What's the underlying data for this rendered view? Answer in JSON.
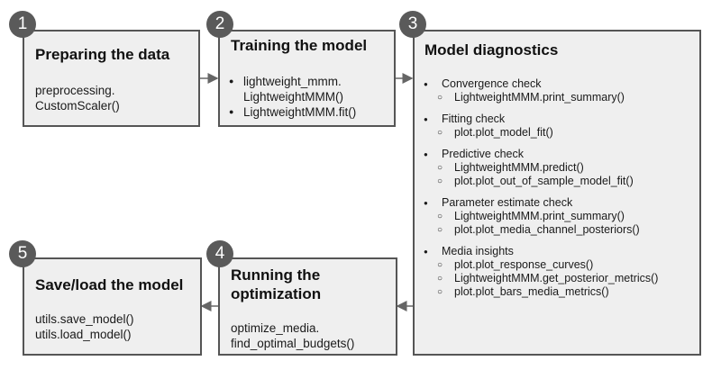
{
  "steps": [
    {
      "number": "1",
      "title": "Preparing the data",
      "lines": [
        "preprocessing.",
        "CustomScaler()"
      ]
    },
    {
      "number": "2",
      "title": "Training the model",
      "bullets": [
        "lightweight_mmm.",
        "LightweightMMM()",
        "LightweightMMM.fit()"
      ]
    },
    {
      "number": "3",
      "title": "Model diagnostics",
      "groups": [
        {
          "title": "Convergence check",
          "items": [
            "LightweightMMM.print_summary()"
          ]
        },
        {
          "title": "Fitting check",
          "items": [
            "plot.plot_model_fit()"
          ]
        },
        {
          "title": "Predictive check",
          "items": [
            "LightweightMMM.predict()",
            "plot.plot_out_of_sample_model_fit()"
          ]
        },
        {
          "title": "Parameter estimate check",
          "items": [
            "LightweightMMM.print_summary()",
            "plot.plot_media_channel_posteriors()"
          ]
        },
        {
          "title": "Media insights",
          "items": [
            "plot.plot_response_curves()",
            "LightweightMMM.get_posterior_metrics()",
            "plot.plot_bars_media_metrics()"
          ]
        }
      ]
    },
    {
      "number": "4",
      "title_line1": "Running the",
      "title_line2": "optimization",
      "lines": [
        "optimize_media.",
        "find_optimal_budgets()"
      ]
    },
    {
      "number": "5",
      "title": "Save/load the model",
      "lines": [
        "utils.save_model()",
        "utils.load_model()"
      ]
    }
  ],
  "colors": {
    "box_fill": "#efefef",
    "border": "#555555",
    "badge": "#5a5a5a",
    "arrow": "#666666"
  }
}
